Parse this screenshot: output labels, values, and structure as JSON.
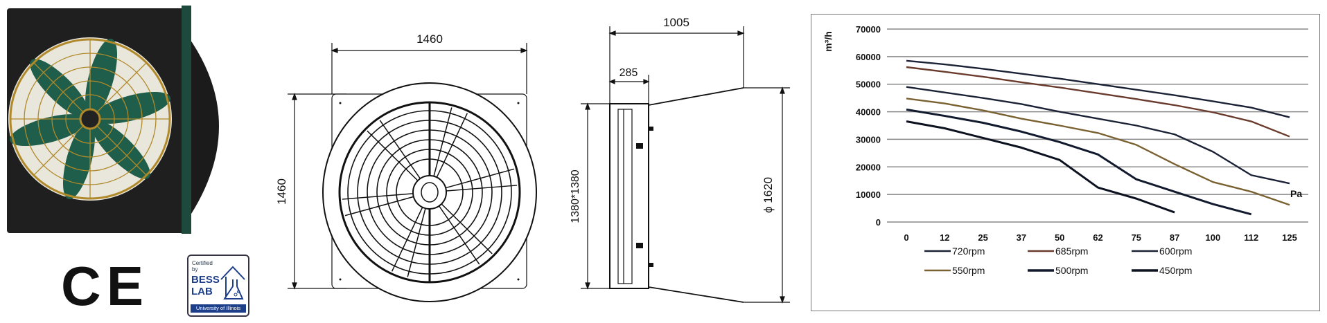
{
  "product_photo": {
    "ce_mark": "CE",
    "badge": {
      "line1": "Certified",
      "line2": "by",
      "line3": "BESS",
      "line4": "LAB",
      "footer": "University of Illinois"
    }
  },
  "front_view": {
    "width_label": "1460",
    "height_label": "1460"
  },
  "side_view": {
    "depth_label": "1005",
    "frame_depth_label": "285",
    "opening_label": "1380*1380",
    "diameter_label": "ϕ 1620"
  },
  "chart_data": {
    "type": "line",
    "title": "",
    "ylabel": "m³/h",
    "xlabel": "Pa",
    "ylim": [
      0,
      70000
    ],
    "yticks": [
      "0",
      "10000",
      "20000",
      "30000",
      "40000",
      "50000",
      "60000",
      "70000"
    ],
    "categories": [
      "0",
      "12",
      "25",
      "37",
      "50",
      "62",
      "75",
      "87",
      "100",
      "112",
      "125"
    ],
    "grid": true,
    "legend_placement": "bottom",
    "series": [
      {
        "name": "720rpm",
        "color": "#1b2236",
        "values": [
          58500,
          57200,
          55600,
          53800,
          52000,
          50000,
          48000,
          46000,
          43800,
          41500,
          38000
        ]
      },
      {
        "name": "685rpm",
        "color": "#6a3b2c",
        "values": [
          56200,
          54500,
          52700,
          50700,
          48800,
          46700,
          44600,
          42400,
          39800,
          36500,
          31000
        ]
      },
      {
        "name": "600rpm",
        "color": "#1b2236",
        "values": [
          49000,
          47000,
          45000,
          42800,
          40000,
          37500,
          35000,
          31800,
          25500,
          17000,
          14000
        ]
      },
      {
        "name": "550rpm",
        "color": "#7a6131",
        "values": [
          44800,
          43000,
          40500,
          37500,
          35000,
          32300,
          28000,
          21000,
          14500,
          11000,
          6200
        ]
      },
      {
        "name": "500rpm",
        "color": "#121a2e",
        "values": [
          40800,
          38500,
          36000,
          32800,
          29000,
          24500,
          15500,
          11000,
          6500,
          2800,
          null
        ]
      },
      {
        "name": "450rpm",
        "color": "#0d1220",
        "values": [
          36500,
          34000,
          30500,
          27000,
          22500,
          12500,
          8500,
          3500,
          null,
          null,
          null
        ]
      }
    ]
  }
}
